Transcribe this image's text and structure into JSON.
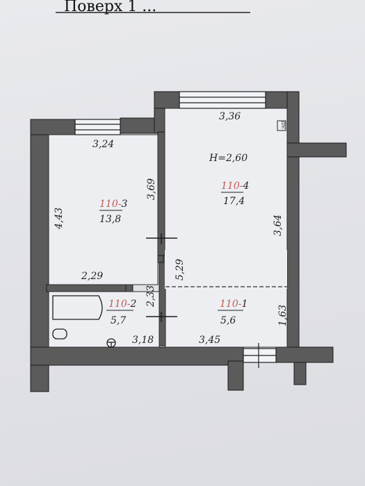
{
  "header": {
    "text": "Поверх   1   ..."
  },
  "colors": {
    "wall": "#5b5b5b",
    "ink": "#222222",
    "room_code": "#c45b57"
  },
  "ceiling": {
    "text": "H=2,60"
  },
  "rooms": [
    {
      "code": "110-",
      "num": "4",
      "area": "17,4"
    },
    {
      "code": "110-",
      "num": "3",
      "area": "13,8"
    },
    {
      "code": "110-",
      "num": "2",
      "area": "5,7"
    },
    {
      "code": "110-",
      "num": "1",
      "area": "5,6"
    }
  ],
  "dims": {
    "d336": "3,36",
    "d324": "3,24",
    "d369": "3,69",
    "d443": "4,43",
    "d364": "3,64",
    "d529": "5,29",
    "d229": "2,29",
    "d233": "2,33",
    "d163": "1,63",
    "d318": "3,18",
    "d345": "3,45"
  },
  "mark_small": "ЭЩ"
}
